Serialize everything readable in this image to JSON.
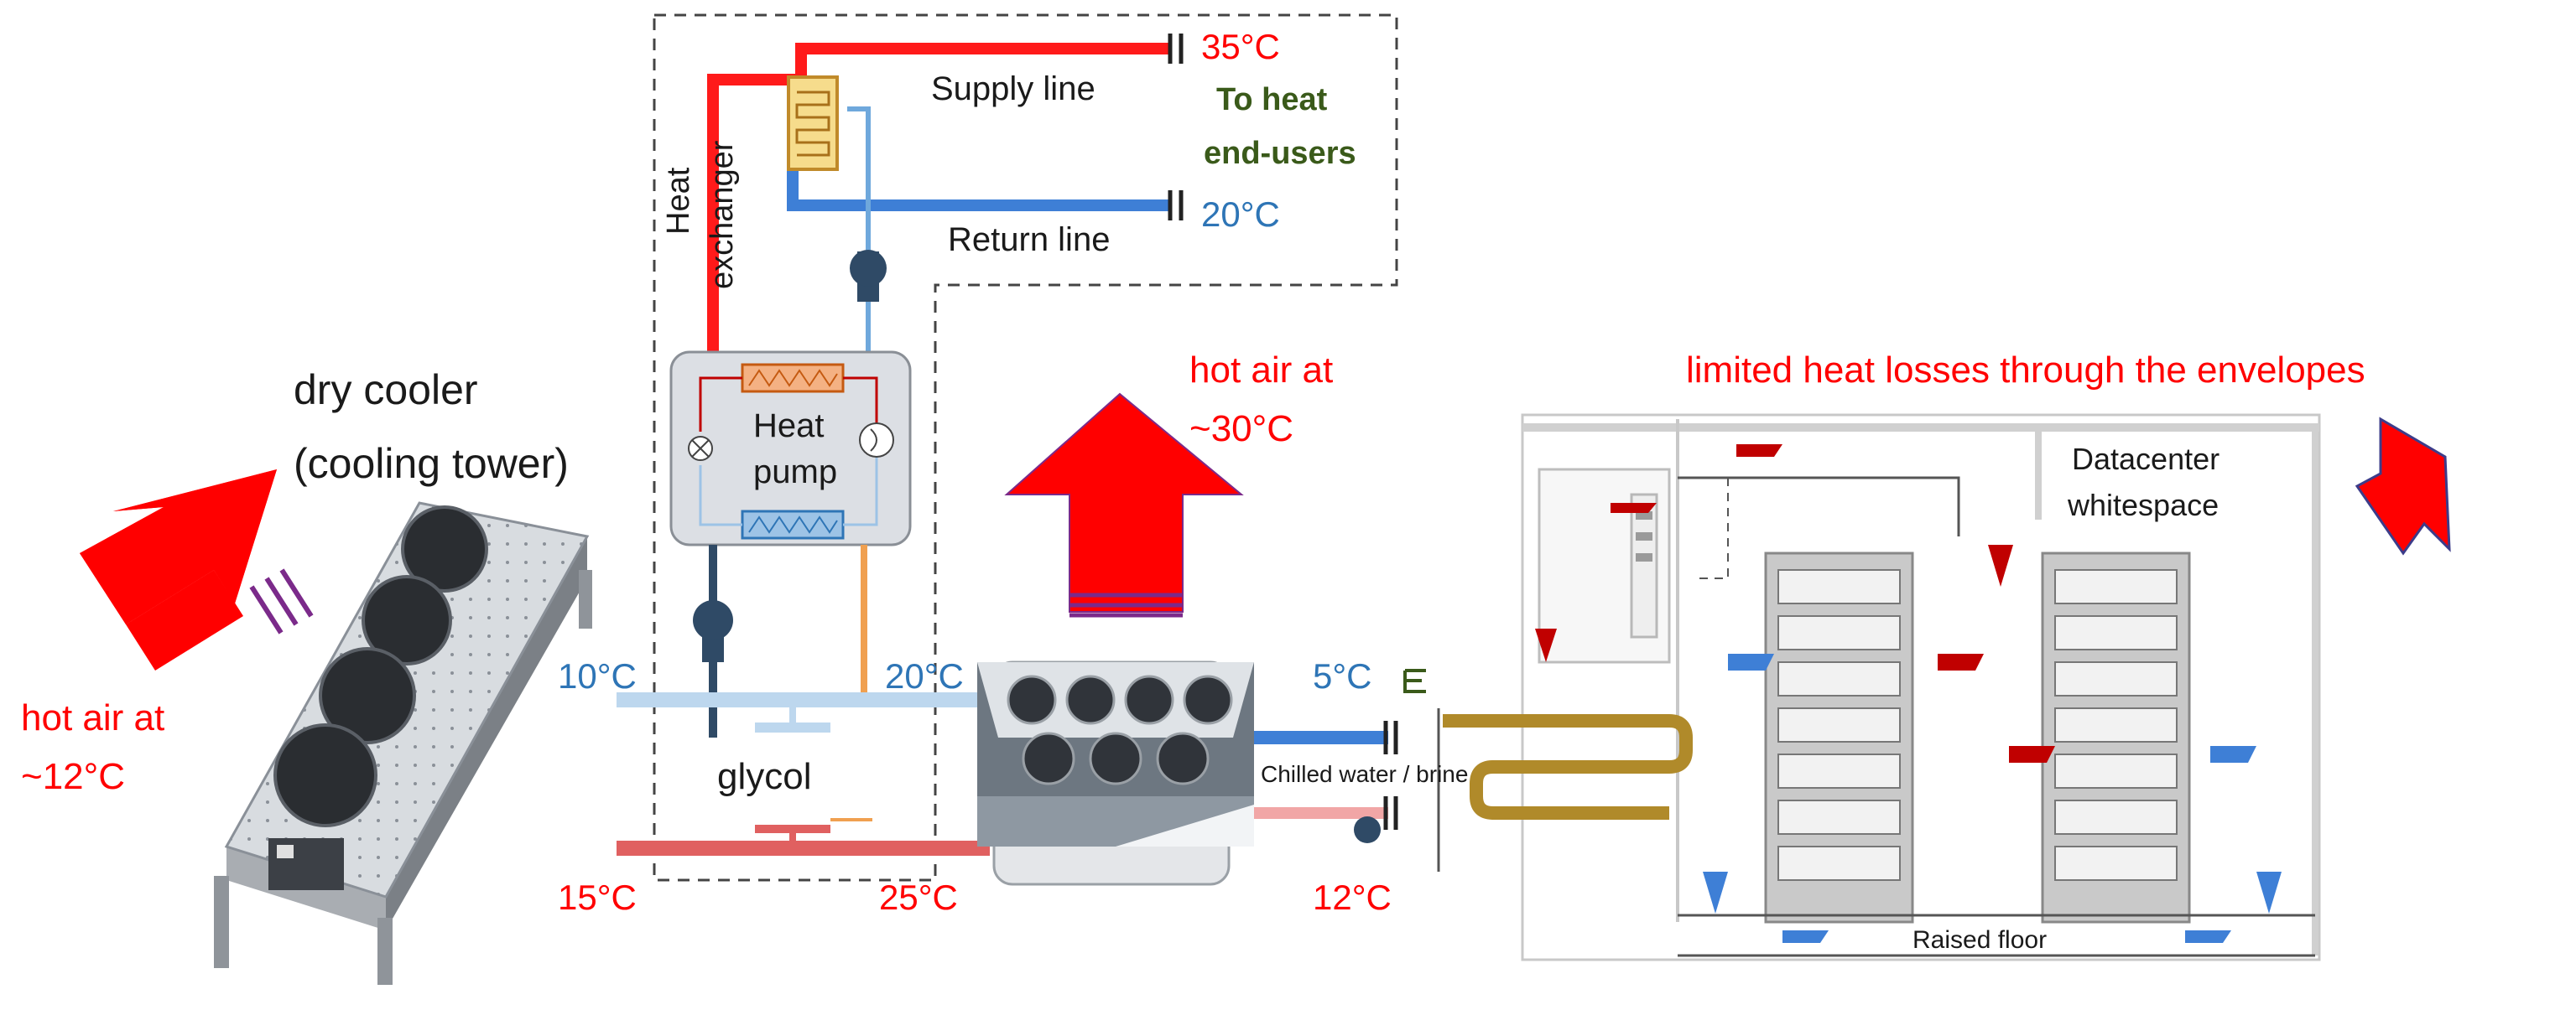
{
  "colors": {
    "hot": "#ff0000",
    "pipe_red": "#e64040",
    "pipe_blue": "#3e7fd6",
    "pipe_lightblue": "#9cc3e6",
    "pipe_orange": "#f0a050",
    "label_blue": "#2e75b6",
    "label_green": "#3a5a1a",
    "brass": "#b08a2a"
  },
  "district_loop": {
    "supply_temp": "35°C",
    "return_temp": "20°C",
    "supply_label": "Supply line",
    "return_label": "Return line",
    "end_users_line1": "To heat",
    "end_users_line2": "end-users",
    "hx_label_line1": "Heat",
    "hx_label_line2": "exchanger"
  },
  "heat_pump": {
    "line1": "Heat",
    "line2": "pump"
  },
  "glycol_loop": {
    "label": "glycol",
    "temp_cold_in": "10°C",
    "temp_warm_out": "20°C",
    "temp_return_left": "15°C",
    "temp_return_right": "25°C"
  },
  "dry_cooler": {
    "line1": "dry cooler",
    "line2": "(cooling tower)",
    "hot_air_line1": "hot air at",
    "hot_air_line2": "~12°C"
  },
  "chiller": {
    "hot_air_line1": "hot air at",
    "hot_air_line2": "~30°C",
    "chilled_label": "Chilled water / brine",
    "supply_temp": "5°C",
    "return_temp": "12°C"
  },
  "datacenter": {
    "title_line1": "Datacenter",
    "title_line2": "whitespace",
    "floor_label": "Raised floor",
    "losses_label": "limited heat losses through the envelopes"
  }
}
